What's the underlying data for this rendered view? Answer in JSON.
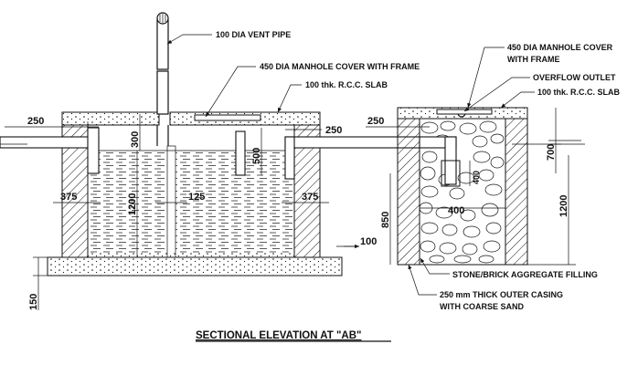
{
  "title": "SECTIONAL ELEVATION AT \"AB\"",
  "labels": {
    "vent_pipe": "100 DIA VENT PIPE",
    "manhole_left": "450 DIA MANHOLE COVER WITH FRAME",
    "slab_left": "100 thk. R.C.C. SLAB",
    "manhole_right_1": "450 DIA MANHOLE COVER",
    "manhole_right_2": "WITH FRAME",
    "overflow": "OVERFLOW OUTLET",
    "slab_right": "100 thk. R.C.C. SLAB",
    "aggregate": "STONE/BRICK AGGREGATE FILLING",
    "casing_1": "250 mm THICK OUTER CASING",
    "casing_2": "WITH COARSE SAND"
  },
  "dimensions": {
    "d250_left": "250",
    "d300": "300",
    "d500": "500",
    "d250_mid": "250",
    "d250_right": "250",
    "d375_left": "375",
    "d125": "125",
    "d375_right": "375",
    "d1200_left": "1200",
    "d100": "100",
    "d150": "150",
    "d850": "850",
    "d400": "400",
    "d400_small": "400",
    "d700": "700",
    "d1200_right": "1200"
  },
  "colors": {
    "line": "#111111",
    "background": "#ffffff"
  }
}
